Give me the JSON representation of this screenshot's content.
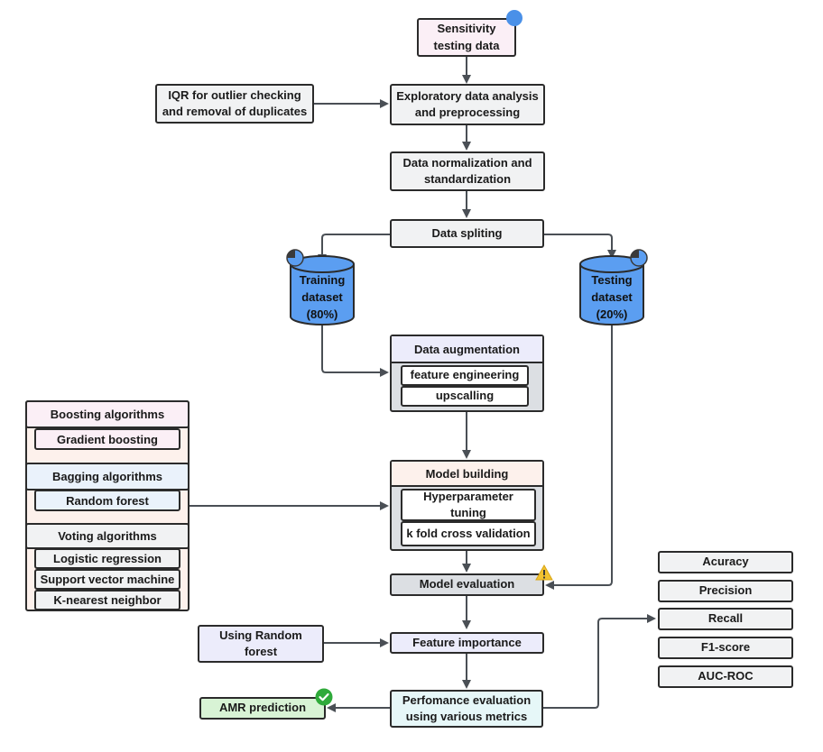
{
  "flow": {
    "sensitivity": "Sensitivity testing data",
    "iqr": "IQR for outlier checking and removal of duplicates",
    "eda": "Exploratory data analysis and preprocessing",
    "normalization": "Data normalization and standardization",
    "splitting": "Data spliting",
    "training": {
      "line1": "Training",
      "line2": "dataset",
      "line3": "(80%)"
    },
    "testing": {
      "line1": "Testing",
      "line2": "dataset",
      "line3": "(20%)"
    },
    "augmentation": {
      "title": "Data augmentation",
      "items": [
        "feature engineering",
        "upscalling"
      ]
    },
    "model_building": {
      "title": "Model building",
      "items": [
        "Hyperparameter tuning",
        "k fold cross validation"
      ]
    },
    "model_evaluation": "Model evaluation",
    "using_rf": "Using Random forest",
    "feature_importance": "Feature importance",
    "performance": "Perfomance evaluation using various metrics",
    "amr": "AMR prediction"
  },
  "algorithms": {
    "boosting": {
      "title": "Boosting algorithms",
      "items": [
        "Gradient boosting"
      ]
    },
    "bagging": {
      "title": "Bagging algorithms",
      "items": [
        "Random forest"
      ]
    },
    "voting": {
      "title": "Voting algorithms",
      "items": [
        "Logistic regression",
        "Support vector machine",
        "K-nearest neighbor"
      ]
    }
  },
  "metrics": [
    "Acuracy",
    "Precision",
    "Recall",
    "F1-score",
    "AUC-ROC"
  ],
  "colors": {
    "cylinder": "#5b9ef1",
    "badge_blue": "#4a90e8",
    "badge_warning": "#f2c230",
    "badge_check": "#2faa3a",
    "line": "#4a4f55"
  },
  "icons": {
    "sensitivity_badge": "blue-dot-icon",
    "training_badge": "quarter-pie-icon",
    "testing_badge": "quarter-pie-icon",
    "evaluation_badge": "warning-icon",
    "amr_badge": "check-circle-icon"
  }
}
